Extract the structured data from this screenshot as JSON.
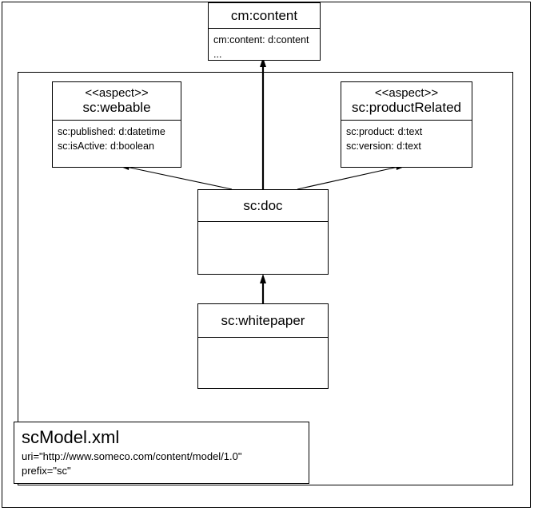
{
  "diagram": {
    "type": "uml-class-diagram",
    "title_note": {
      "name": "scModel.xml",
      "lines": [
        "uri=\"http://www.someco.com/content/model/1.0\"",
        "prefix=\"sc\""
      ]
    },
    "classes": [
      {
        "id": "cm-content",
        "stereotype": "",
        "name": "cm:content",
        "attributes": [
          "cm:content: d:content",
          "..."
        ]
      },
      {
        "id": "sc-webable",
        "stereotype": "<<aspect>>",
        "name": "sc:webable",
        "attributes": [
          "sc:published: d:datetime",
          "sc:isActive: d:boolean"
        ]
      },
      {
        "id": "sc-product-related",
        "stereotype": "<<aspect>>",
        "name": "sc:productRelated",
        "attributes": [
          "sc:product: d:text",
          "sc:version: d:text"
        ]
      },
      {
        "id": "sc-doc",
        "stereotype": "",
        "name": "sc:doc",
        "attributes": []
      },
      {
        "id": "sc-whitepaper",
        "stereotype": "",
        "name": "sc:whitepaper",
        "attributes": []
      }
    ],
    "relationships": [
      {
        "from": "sc-doc",
        "to": "cm-content",
        "kind": "generalization"
      },
      {
        "from": "sc-doc",
        "to": "sc-webable",
        "kind": "aspect-link"
      },
      {
        "from": "sc-doc",
        "to": "sc-product-related",
        "kind": "aspect-link"
      },
      {
        "from": "sc-whitepaper",
        "to": "sc-doc",
        "kind": "generalization"
      }
    ]
  },
  "colors": {
    "stroke": "#000000",
    "fill": "#ffffff"
  }
}
